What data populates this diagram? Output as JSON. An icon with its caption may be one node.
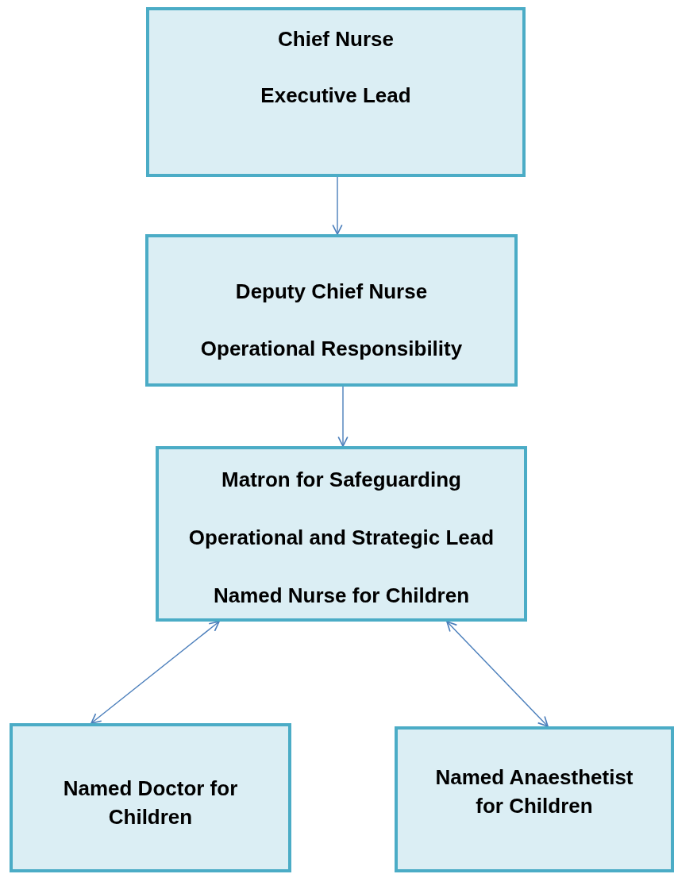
{
  "diagram": {
    "nodes": [
      {
        "text": [
          "Chief Nurse",
          "Executive Lead"
        ]
      },
      {
        "text": [
          "Deputy Chief Nurse",
          "Operational Responsibility"
        ]
      },
      {
        "text": [
          "Matron for Safeguarding",
          "Operational and Strategic Lead",
          "Named Nurse for Children"
        ]
      },
      {
        "text": [
          "Named Doctor for Children"
        ]
      },
      {
        "text": [
          "Named Anaesthetist for Children"
        ]
      }
    ],
    "edges": [
      {
        "from": 0,
        "to": 1,
        "arrow": "to"
      },
      {
        "from": 1,
        "to": 2,
        "arrow": "to"
      },
      {
        "from": 2,
        "to": 3,
        "arrow": "both"
      },
      {
        "from": 2,
        "to": 4,
        "arrow": "both"
      }
    ]
  }
}
